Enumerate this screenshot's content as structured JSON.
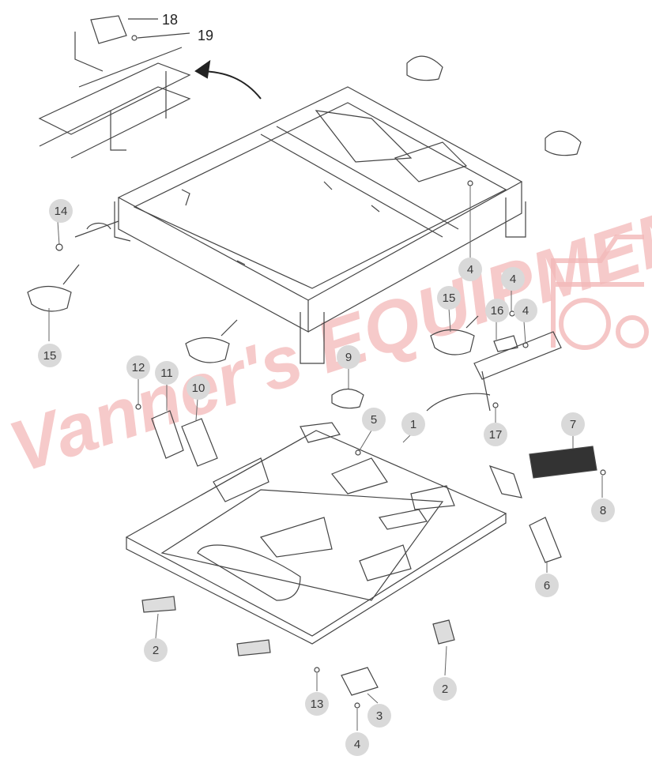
{
  "watermark": {
    "text": "Vanner's EQUIPMENT"
  },
  "callouts": [
    {
      "id": "c18",
      "label": "18",
      "style": "plain"
    },
    {
      "id": "c19",
      "label": "19",
      "style": "plain"
    },
    {
      "id": "c14",
      "label": "14",
      "style": "circle"
    },
    {
      "id": "c15a",
      "label": "15",
      "style": "circle"
    },
    {
      "id": "c15b",
      "label": "15",
      "style": "circle"
    },
    {
      "id": "c4a",
      "label": "4",
      "style": "circle"
    },
    {
      "id": "c4b",
      "label": "4",
      "style": "circle"
    },
    {
      "id": "c4c",
      "label": "4",
      "style": "circle"
    },
    {
      "id": "c4d",
      "label": "4",
      "style": "circle"
    },
    {
      "id": "c16",
      "label": "16",
      "style": "circle"
    },
    {
      "id": "c12",
      "label": "12",
      "style": "circle"
    },
    {
      "id": "c11",
      "label": "11",
      "style": "circle"
    },
    {
      "id": "c10",
      "label": "10",
      "style": "circle"
    },
    {
      "id": "c9",
      "label": "9",
      "style": "circle"
    },
    {
      "id": "c5",
      "label": "5",
      "style": "circle"
    },
    {
      "id": "c1",
      "label": "1",
      "style": "circle"
    },
    {
      "id": "c7",
      "label": "7",
      "style": "circle"
    },
    {
      "id": "c17",
      "label": "17",
      "style": "circle"
    },
    {
      "id": "c8",
      "label": "8",
      "style": "circle"
    },
    {
      "id": "c6",
      "label": "6",
      "style": "circle"
    },
    {
      "id": "c2a",
      "label": "2",
      "style": "circle"
    },
    {
      "id": "c2b",
      "label": "2",
      "style": "circle"
    },
    {
      "id": "c13",
      "label": "13",
      "style": "circle"
    },
    {
      "id": "c3",
      "label": "3",
      "style": "circle"
    }
  ]
}
